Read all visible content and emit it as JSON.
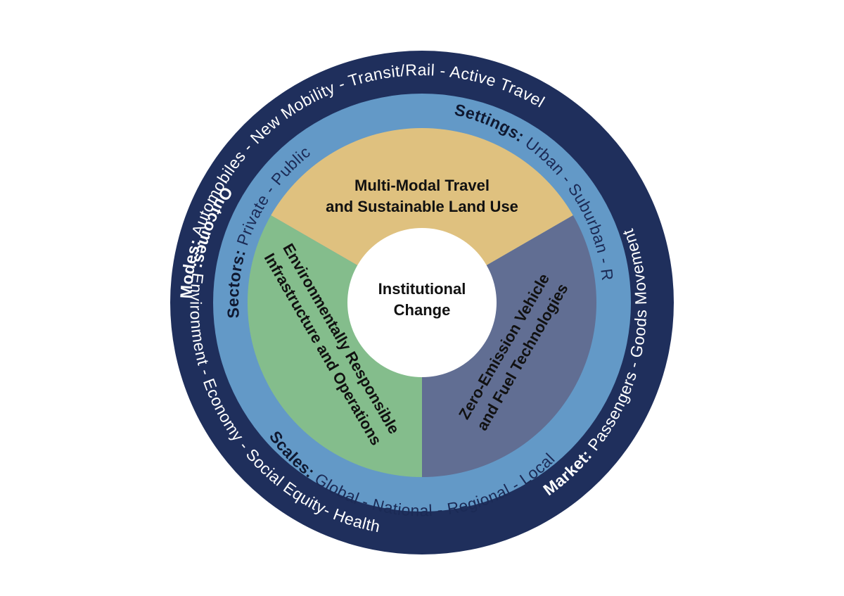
{
  "colors": {
    "outer_ring": "#1f2f5c",
    "middle_ring": "#6399c7",
    "segment_top": "#dfc17f",
    "segment_left": "#84bd8c",
    "segment_right": "#616e93",
    "center": "#ffffff",
    "ring_text_light": "#ffffff",
    "ring_text_dark": "#1b2a55"
  },
  "outer_ring": {
    "modes": {
      "label": "Modes:",
      "text": " Automobiles - New Mobility - Transit/Rail - Active Travel"
    },
    "market": {
      "label": "Market:",
      "text": " Passengers - Goods Movement"
    },
    "outcomes": {
      "label": "Outcomes:",
      "text": " Environment - Economy - Social Equity- Health"
    }
  },
  "middle_ring": {
    "settings": {
      "label": "Settings:",
      "text": " Urban - Suburban - Rural"
    },
    "sectors": {
      "label": "Sectors:",
      "text": " Private - Public"
    },
    "scales": {
      "label": "Scales:",
      "text": " Global - National - Regional - Local"
    }
  },
  "segments": {
    "top": {
      "line1": "Multi-Modal Travel",
      "line2": "and Sustainable Land Use"
    },
    "left": {
      "line1": "Environmentally Responsible",
      "line2": "Infrastructure and Operations"
    },
    "right": {
      "line1": "Zero-Emission Vehicle",
      "line2": "and Fuel Technologies"
    }
  },
  "center": {
    "line1": "Institutional",
    "line2": "Change"
  }
}
